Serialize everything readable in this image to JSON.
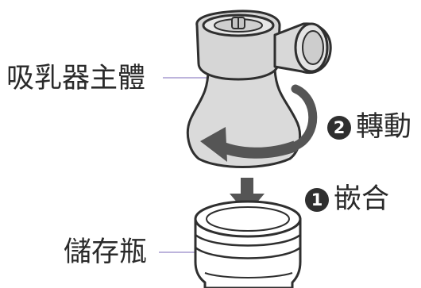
{
  "labels": {
    "pump_body": "吸乳器主體",
    "bottle": "儲存瓶"
  },
  "steps": [
    {
      "number": "2",
      "text": "轉動"
    },
    {
      "number": "1",
      "text": "嵌合"
    }
  ],
  "colors": {
    "leader_line": "#a79bd1",
    "part_fill": "#d9d9d9",
    "part_shade": "#bdbdbd",
    "outline": "#2f2f2f",
    "arrow": "#555555"
  }
}
